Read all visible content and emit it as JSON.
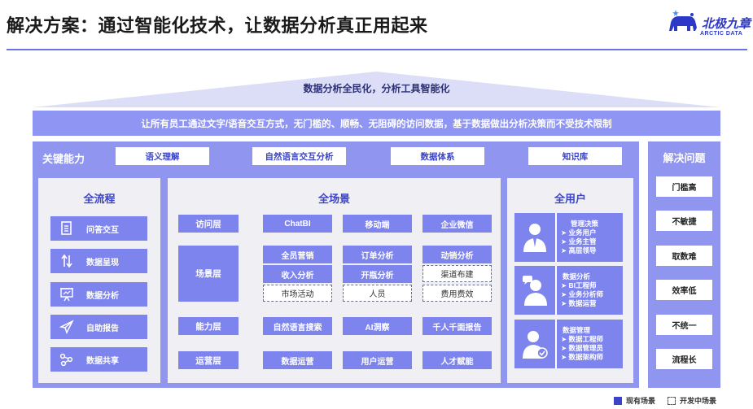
{
  "header": {
    "title": "解决方案：通过智能化技术，让数据分析真正用起来",
    "logo_name": "北极九章",
    "logo_sub": "ARCTIC DATA"
  },
  "roof_text": "数据分析全民化，分析工具智能化",
  "band_text": "让所有员工通过文字/语音交互方式，无门槛的、顺畅、无阻碍的访问数据，基于数据做出分析决策而不受技术限制",
  "key_capabilities": {
    "label": "关键能力",
    "items": [
      "语义理解",
      "自然语言交互分析",
      "数据体系",
      "知识库"
    ]
  },
  "full_process": {
    "title": "全流程",
    "items": [
      {
        "label": "问答交互",
        "icon": "document-icon"
      },
      {
        "label": "数据呈现",
        "icon": "up-down-arrows-icon"
      },
      {
        "label": "数据分析",
        "icon": "presentation-board-icon"
      },
      {
        "label": "自助报告",
        "icon": "paper-plane-icon"
      },
      {
        "label": "数据共享",
        "icon": "share-icon"
      }
    ]
  },
  "full_scene": {
    "title": "全场景",
    "layers": {
      "access": "访问层",
      "scene": "场景层",
      "capability": "能力层",
      "operation": "运营层"
    },
    "access_cells": [
      "ChatBI",
      "移动端",
      "企业微信"
    ],
    "scene_cells": {
      "row1": [
        "全员营销",
        "订单分析",
        "动销分析"
      ],
      "row2": [
        "收入分析",
        "开瓶分析"
      ],
      "row2_dev": "渠道布建",
      "row3_dev": [
        "市场活动",
        "人员",
        "费用费效"
      ]
    },
    "capability_cells": [
      "自然语言搜索",
      "AI洞察",
      "千人千面报告"
    ],
    "operation_cells": [
      "数据运营",
      "用户运营",
      "人才赋能"
    ]
  },
  "full_user": {
    "title": "全用户",
    "cards": [
      {
        "icon": "manager-icon",
        "title": "管理决策",
        "lines": [
          "业务用户",
          "业务主管",
          "高层领导"
        ]
      },
      {
        "icon": "analyst-icon",
        "title": "数据分析",
        "lines": [
          "BI工程师",
          "业务分析师",
          "数据运营"
        ]
      },
      {
        "icon": "data-admin-icon",
        "title": "数据管理",
        "lines": [
          "数据工程师",
          "数据管理员",
          "数据架构师"
        ]
      }
    ]
  },
  "problems": {
    "title": "解决问题",
    "items": [
      "门槛高",
      "不敏捷",
      "取数难",
      "效率低",
      "不统一",
      "流程长"
    ]
  },
  "legend": {
    "existing": "现有场景",
    "developing": "开发中场景"
  },
  "colors": {
    "accent": "#6b72e6",
    "cell": "#7d84ee",
    "panel_bg": "#9096f0",
    "roof": "#dcdef8",
    "brand": "#2d37c8"
  }
}
